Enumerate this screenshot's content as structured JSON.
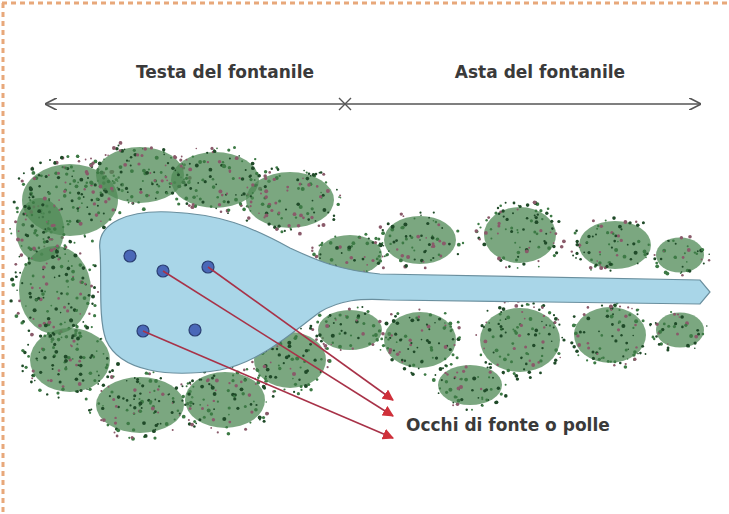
{
  "diagram": {
    "labels": [
      "Testa del fontanile",
      "Asta del fontanile",
      "Occhi di fonte o polle"
    ]
  }
}
